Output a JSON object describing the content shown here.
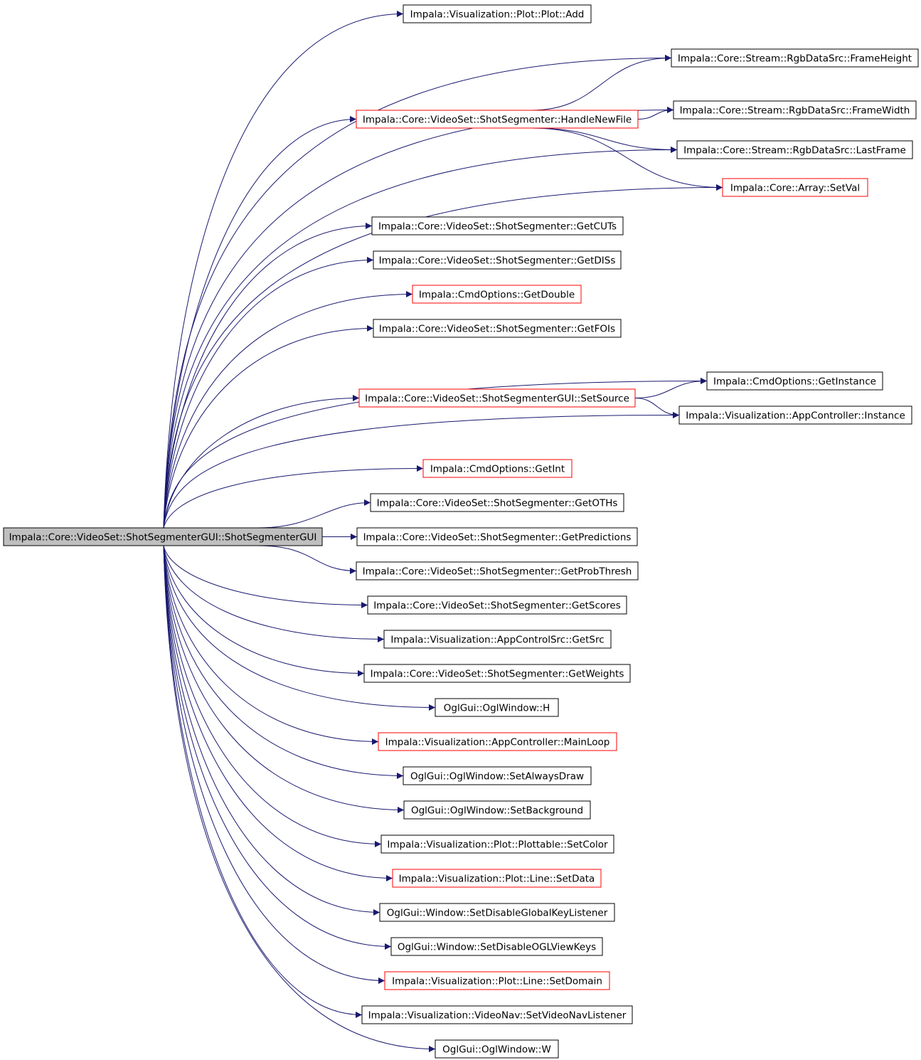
{
  "colors": {
    "edge": "#191970",
    "node_border": "#000000",
    "node_border_truncated": "#ff0000",
    "root_fill": "#bfbfbf",
    "node_fill": "#ffffff"
  },
  "root": {
    "id": "root",
    "label": "Impala::Core::VideoSet::ShotSegmenterGUI::ShotSegmenterGUI"
  },
  "nodes": [
    {
      "id": "plot_add",
      "label": "Impala::Visualization::Plot::Plot::Add",
      "truncated": false
    },
    {
      "id": "frame_height",
      "label": "Impala::Core::Stream::RgbDataSrc::FrameHeight",
      "truncated": false
    },
    {
      "id": "handle_new_file",
      "label": "Impala::Core::VideoSet::ShotSegmenter::HandleNewFile",
      "truncated": true
    },
    {
      "id": "frame_width",
      "label": "Impala::Core::Stream::RgbDataSrc::FrameWidth",
      "truncated": false
    },
    {
      "id": "last_frame",
      "label": "Impala::Core::Stream::RgbDataSrc::LastFrame",
      "truncated": false
    },
    {
      "id": "set_val",
      "label": "Impala::Core::Array::SetVal",
      "truncated": true
    },
    {
      "id": "get_cuts",
      "label": "Impala::Core::VideoSet::ShotSegmenter::GetCUTs",
      "truncated": false
    },
    {
      "id": "get_diss",
      "label": "Impala::Core::VideoSet::ShotSegmenter::GetDISs",
      "truncated": false
    },
    {
      "id": "get_double",
      "label": "Impala::CmdOptions::GetDouble",
      "truncated": true
    },
    {
      "id": "get_fois",
      "label": "Impala::Core::VideoSet::ShotSegmenter::GetFOIs",
      "truncated": false
    },
    {
      "id": "get_instance",
      "label": "Impala::CmdOptions::GetInstance",
      "truncated": false
    },
    {
      "id": "set_source",
      "label": "Impala::Core::VideoSet::ShotSegmenterGUI::SetSource",
      "truncated": true
    },
    {
      "id": "app_instance",
      "label": "Impala::Visualization::AppController::Instance",
      "truncated": false
    },
    {
      "id": "get_int",
      "label": "Impala::CmdOptions::GetInt",
      "truncated": true
    },
    {
      "id": "get_oths",
      "label": "Impala::Core::VideoSet::ShotSegmenter::GetOTHs",
      "truncated": false
    },
    {
      "id": "get_predictions",
      "label": "Impala::Core::VideoSet::ShotSegmenter::GetPredictions",
      "truncated": false
    },
    {
      "id": "get_prob_thresh",
      "label": "Impala::Core::VideoSet::ShotSegmenter::GetProbThresh",
      "truncated": false
    },
    {
      "id": "get_scores",
      "label": "Impala::Core::VideoSet::ShotSegmenter::GetScores",
      "truncated": false
    },
    {
      "id": "get_src",
      "label": "Impala::Visualization::AppControlSrc::GetSrc",
      "truncated": false
    },
    {
      "id": "get_weights",
      "label": "Impala::Core::VideoSet::ShotSegmenter::GetWeights",
      "truncated": false
    },
    {
      "id": "ogl_h",
      "label": "OglGui::OglWindow::H",
      "truncated": false
    },
    {
      "id": "main_loop",
      "label": "Impala::Visualization::AppController::MainLoop",
      "truncated": true
    },
    {
      "id": "set_always_draw",
      "label": "OglGui::OglWindow::SetAlwaysDraw",
      "truncated": false
    },
    {
      "id": "set_background",
      "label": "OglGui::OglWindow::SetBackground",
      "truncated": false
    },
    {
      "id": "set_color",
      "label": "Impala::Visualization::Plot::Plottable::SetColor",
      "truncated": false
    },
    {
      "id": "set_data",
      "label": "Impala::Visualization::Plot::Line::SetData",
      "truncated": true
    },
    {
      "id": "set_disable_gkl",
      "label": "OglGui::Window::SetDisableGlobalKeyListener",
      "truncated": false
    },
    {
      "id": "set_disable_oglvk",
      "label": "OglGui::Window::SetDisableOGLViewKeys",
      "truncated": false
    },
    {
      "id": "set_domain",
      "label": "Impala::Visualization::Plot::Line::SetDomain",
      "truncated": true
    },
    {
      "id": "set_video_nav_listener",
      "label": "Impala::Visualization::VideoNav::SetVideoNavListener",
      "truncated": false
    },
    {
      "id": "ogl_w",
      "label": "OglGui::OglWindow::W",
      "truncated": false
    }
  ],
  "edges": [
    [
      "root",
      "plot_add"
    ],
    [
      "root",
      "frame_height"
    ],
    [
      "root",
      "handle_new_file"
    ],
    [
      "root",
      "frame_width"
    ],
    [
      "root",
      "last_frame"
    ],
    [
      "root",
      "set_val"
    ],
    [
      "root",
      "get_cuts"
    ],
    [
      "root",
      "get_diss"
    ],
    [
      "root",
      "get_double"
    ],
    [
      "root",
      "get_fois"
    ],
    [
      "root",
      "get_instance"
    ],
    [
      "root",
      "set_source"
    ],
    [
      "root",
      "app_instance"
    ],
    [
      "root",
      "get_int"
    ],
    [
      "root",
      "get_oths"
    ],
    [
      "root",
      "get_predictions"
    ],
    [
      "root",
      "get_prob_thresh"
    ],
    [
      "root",
      "get_scores"
    ],
    [
      "root",
      "get_src"
    ],
    [
      "root",
      "get_weights"
    ],
    [
      "root",
      "ogl_h"
    ],
    [
      "root",
      "main_loop"
    ],
    [
      "root",
      "set_always_draw"
    ],
    [
      "root",
      "set_background"
    ],
    [
      "root",
      "set_color"
    ],
    [
      "root",
      "set_data"
    ],
    [
      "root",
      "set_disable_gkl"
    ],
    [
      "root",
      "set_disable_oglvk"
    ],
    [
      "root",
      "set_domain"
    ],
    [
      "root",
      "set_video_nav_listener"
    ],
    [
      "root",
      "ogl_w"
    ],
    [
      "handle_new_file",
      "frame_height"
    ],
    [
      "handle_new_file",
      "frame_width"
    ],
    [
      "handle_new_file",
      "last_frame"
    ],
    [
      "handle_new_file",
      "set_val"
    ],
    [
      "set_source",
      "get_instance"
    ],
    [
      "set_source",
      "app_instance"
    ]
  ]
}
